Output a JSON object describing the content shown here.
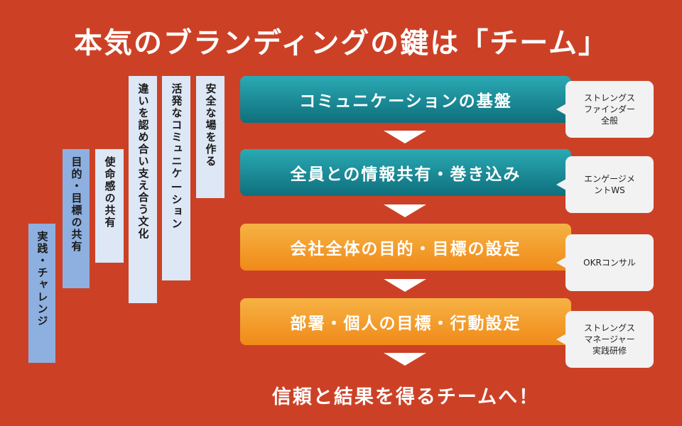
{
  "title": "本気のブランディングの鍵は「チーム」",
  "culture_columns": [
    {
      "label": "実践・チャレンジ"
    },
    {
      "label": "目的・目標の共有"
    },
    {
      "label": "使命感の共有"
    },
    {
      "label": "違いを認め合い支え合う文化"
    },
    {
      "label": "活発なコミュニケ—ション"
    },
    {
      "label": "安全な場を作る"
    }
  ],
  "steps": [
    {
      "label": "コミュニケーションの基盤",
      "note": "ストレングス\nファインダー\n全般"
    },
    {
      "label": "全員との情報共有・巻き込み",
      "note": "エンゲージメ\nントWS"
    },
    {
      "label": "会社全体の目的・目標の設定",
      "note": "OKRコンサル"
    },
    {
      "label": "部署・個人の目標・行動設定",
      "note": "ストレングス\nマネージャー\n実践研修"
    }
  ],
  "footer": "信頼と結果を得るチームへ！",
  "colors": {
    "background": "#cc4126",
    "teal": "#1a8f9b",
    "orange": "#f5a02c",
    "column_blue": "#8eb0e0",
    "column_light": "#dde7f5"
  }
}
